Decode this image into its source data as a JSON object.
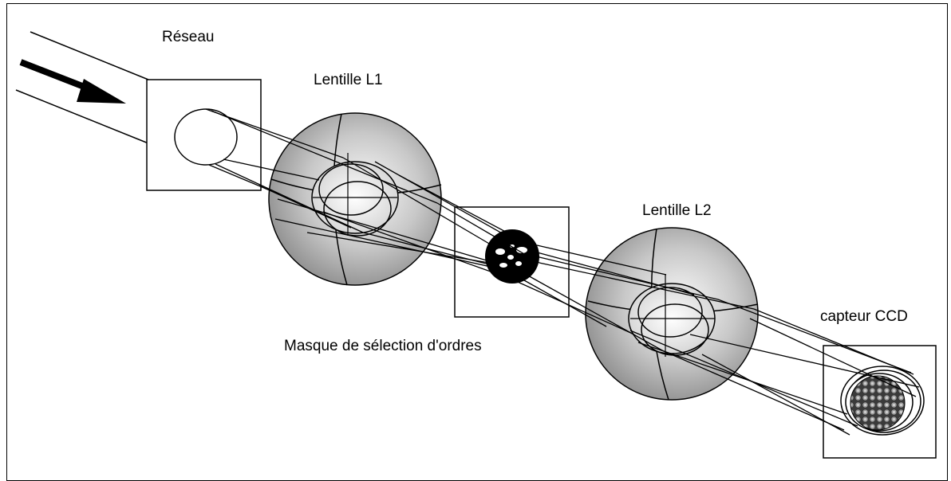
{
  "labels": {
    "grating": "Réseau",
    "lens1": "Lentille L1",
    "lens2": "Lentille L2",
    "mask": "Masque de sélection d'ordres",
    "sensor": "capteur CCD"
  },
  "colors": {
    "stroke": "#000000",
    "lens_light": "#fafafa",
    "lens_dark": "#8c8c8c",
    "background": "#ffffff"
  },
  "icons": [
    "direction-arrow-icon"
  ]
}
